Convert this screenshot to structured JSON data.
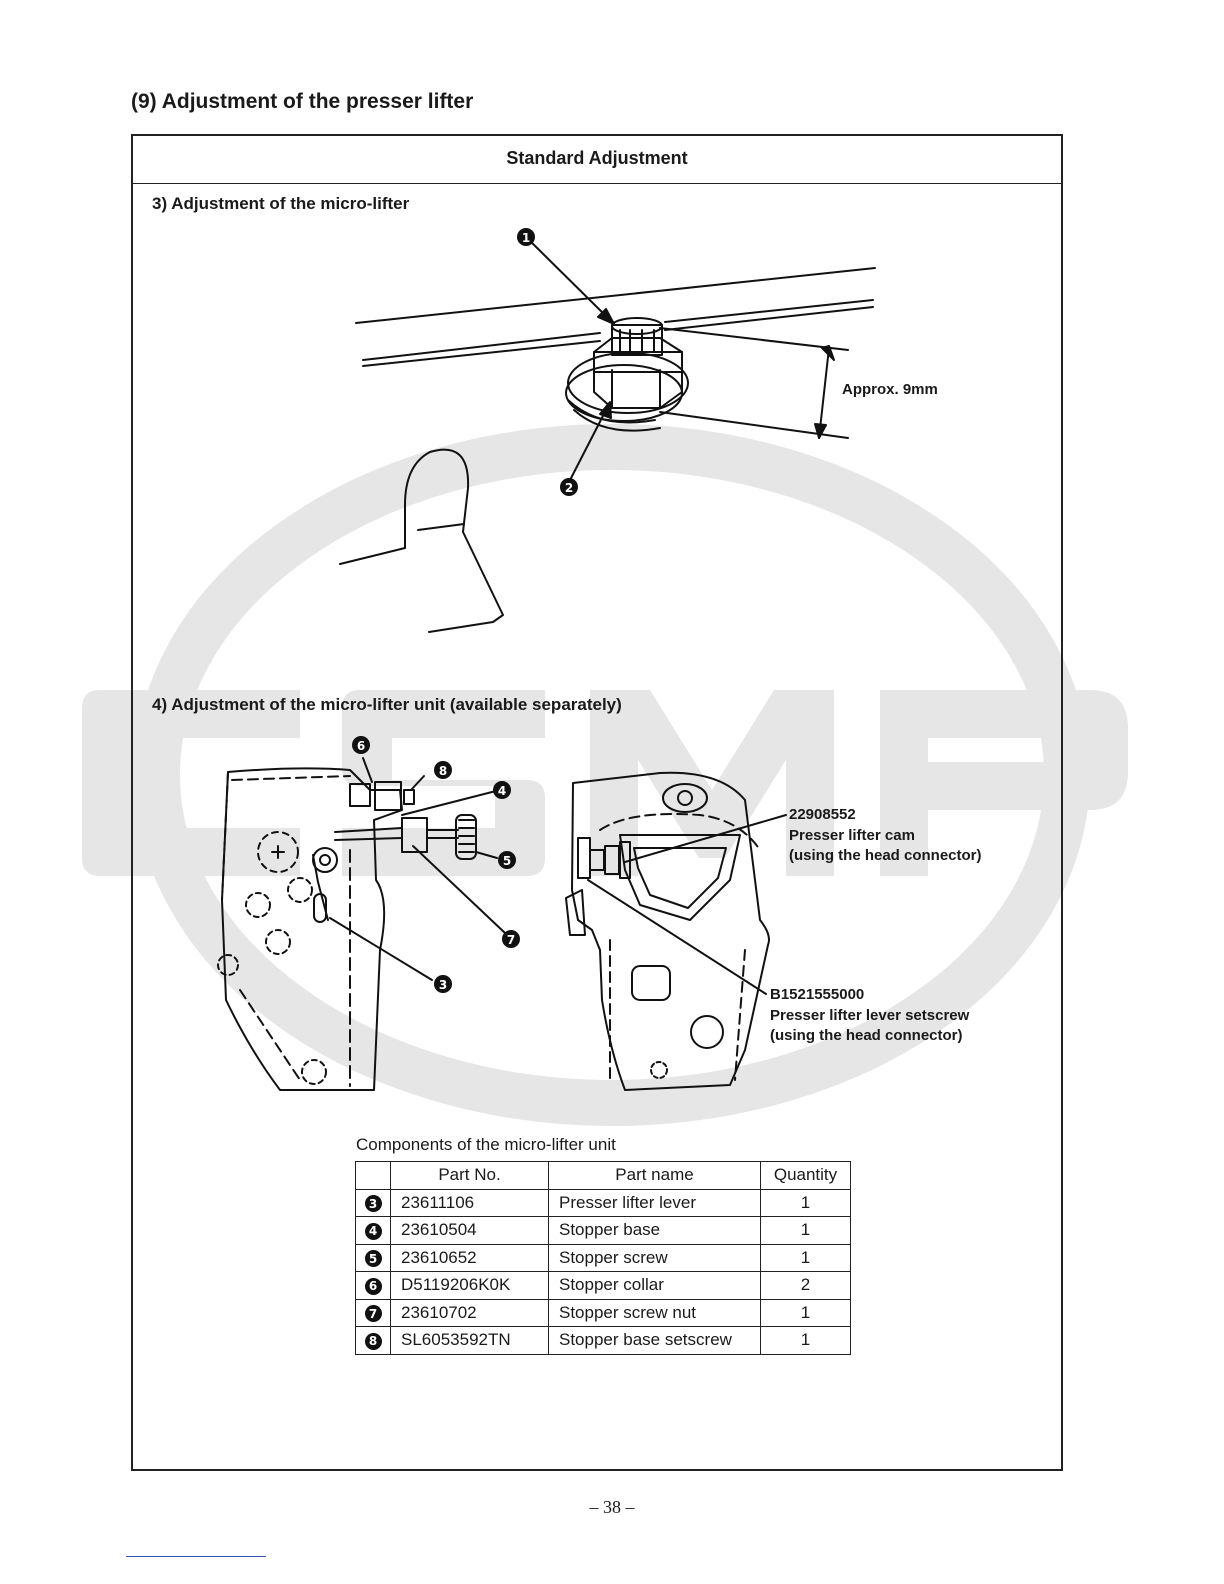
{
  "page": {
    "section_title": "(9) Adjustment of the presser lifter",
    "page_number": "– 38 –"
  },
  "watermark": {
    "text": "CSMP",
    "color": "#e6e6e6"
  },
  "frame": {
    "header": "Standard Adjustment",
    "micro_lifter": {
      "heading": "3) Adjustment of the micro-lifter",
      "dimension_label": "Approx. 9mm",
      "markers": [
        "1",
        "2"
      ]
    },
    "micro_lifter_unit": {
      "heading": "4) Adjustment of the micro-lifter unit (available separately)",
      "markers": [
        "6",
        "8",
        "4",
        "5",
        "7",
        "3"
      ],
      "cam_callout": {
        "part_no": "22908552",
        "name": "Presser lifter cam",
        "note": "(using the head connector)"
      },
      "setscrew_callout": {
        "part_no": "B1521555000",
        "name": "Presser lifter lever setscrew",
        "note": "(using the head connector)"
      }
    },
    "components": {
      "caption": "Components of the micro-lifter unit",
      "headers": {
        "mark": "",
        "part_no": "Part No.",
        "part_name": "Part name",
        "quantity": "Quantity"
      },
      "rows": [
        {
          "mark": "3",
          "part_no": "23611106",
          "part_name": "Presser lifter lever",
          "quantity": "1"
        },
        {
          "mark": "4",
          "part_no": "23610504",
          "part_name": "Stopper base",
          "quantity": "1"
        },
        {
          "mark": "5",
          "part_no": "23610652",
          "part_name": "Stopper screw",
          "quantity": "1"
        },
        {
          "mark": "6",
          "part_no": "D5119206K0K",
          "part_name": "Stopper collar",
          "quantity": "2"
        },
        {
          "mark": "7",
          "part_no": "23610702",
          "part_name": "Stopper screw nut",
          "quantity": "1"
        },
        {
          "mark": "8",
          "part_no": "SL6053592TN",
          "part_name": "Stopper base setscrew",
          "quantity": "1"
        }
      ]
    }
  }
}
